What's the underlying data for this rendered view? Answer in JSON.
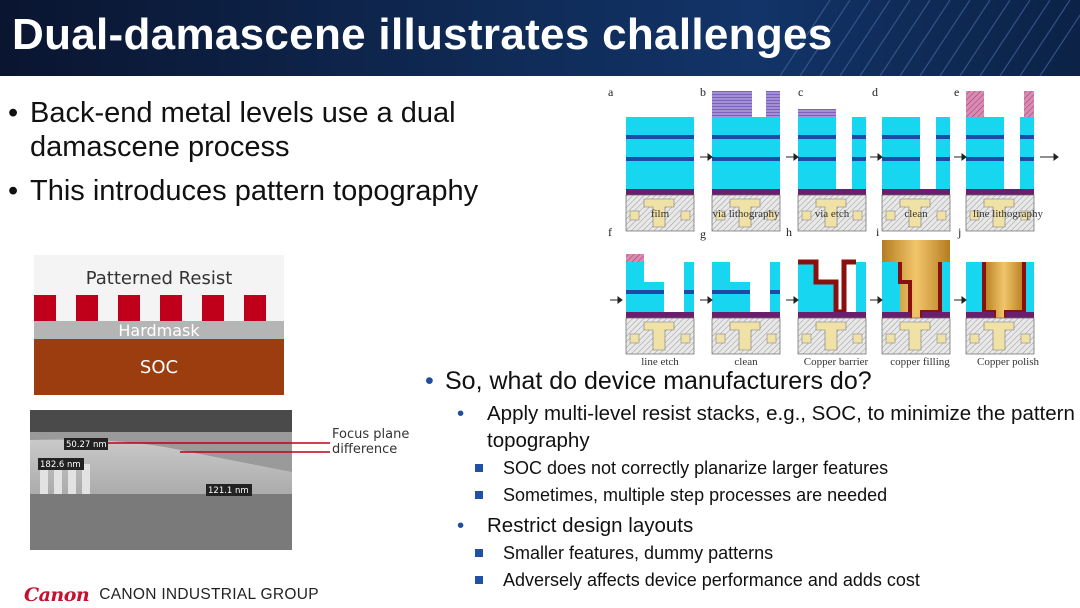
{
  "slide": {
    "title": "Dual-damascene illustrates challenges",
    "top_bullets": [
      "Back-end metal levels use a dual damascene process",
      "This introduces pattern topography"
    ],
    "resist_figure": {
      "labels": [
        "Patterned Resist",
        "Hardmask",
        "SOC"
      ],
      "colors": {
        "resist": "#c0001a",
        "hardmask": "#b8b8b8",
        "soc": "#9b3d0f"
      }
    },
    "sem_figure": {
      "measurements": [
        "50.27 nm",
        "182.6 nm",
        "121.1 nm"
      ],
      "annotation": "Focus plane difference",
      "annotation_lines": [
        "Focus plane",
        "difference"
      ]
    },
    "process_figure": {
      "steps": [
        {
          "letter": "a",
          "caption": "film"
        },
        {
          "letter": "b",
          "caption": "via lithography"
        },
        {
          "letter": "c",
          "caption": "via etch"
        },
        {
          "letter": "d",
          "caption": "clean"
        },
        {
          "letter": "e",
          "caption": "line lithography"
        },
        {
          "letter": "f",
          "caption": "line etch"
        },
        {
          "letter": "g",
          "caption": "clean"
        },
        {
          "letter": "h",
          "caption": "Copper barrier"
        },
        {
          "letter": "i",
          "caption": "copper filling"
        },
        {
          "letter": "j",
          "caption": "Copper polish"
        }
      ]
    },
    "lower_bullets": {
      "heading": "So, what do device manufacturers do?",
      "items": [
        {
          "text": "Apply multi-level resist stacks, e.g., SOC, to minimize the pattern topography",
          "subitems": [
            "SOC does not correctly planarize larger features",
            "Sometimes, multiple step processes are needed"
          ]
        },
        {
          "text": "Restrict design layouts",
          "subitems": [
            "Smaller features, dummy patterns",
            "Adversely affects device performance and adds cost"
          ]
        }
      ]
    },
    "footer": {
      "logo": "Canon",
      "group": "CANON INDUSTRIAL GROUP"
    },
    "colors": {
      "title_bg": "#0f2a55",
      "bullet_accent": "#1f4e9c",
      "cyan": "#17d7f0",
      "copper": "#d9a44a",
      "barrier": "#8a1010"
    }
  }
}
